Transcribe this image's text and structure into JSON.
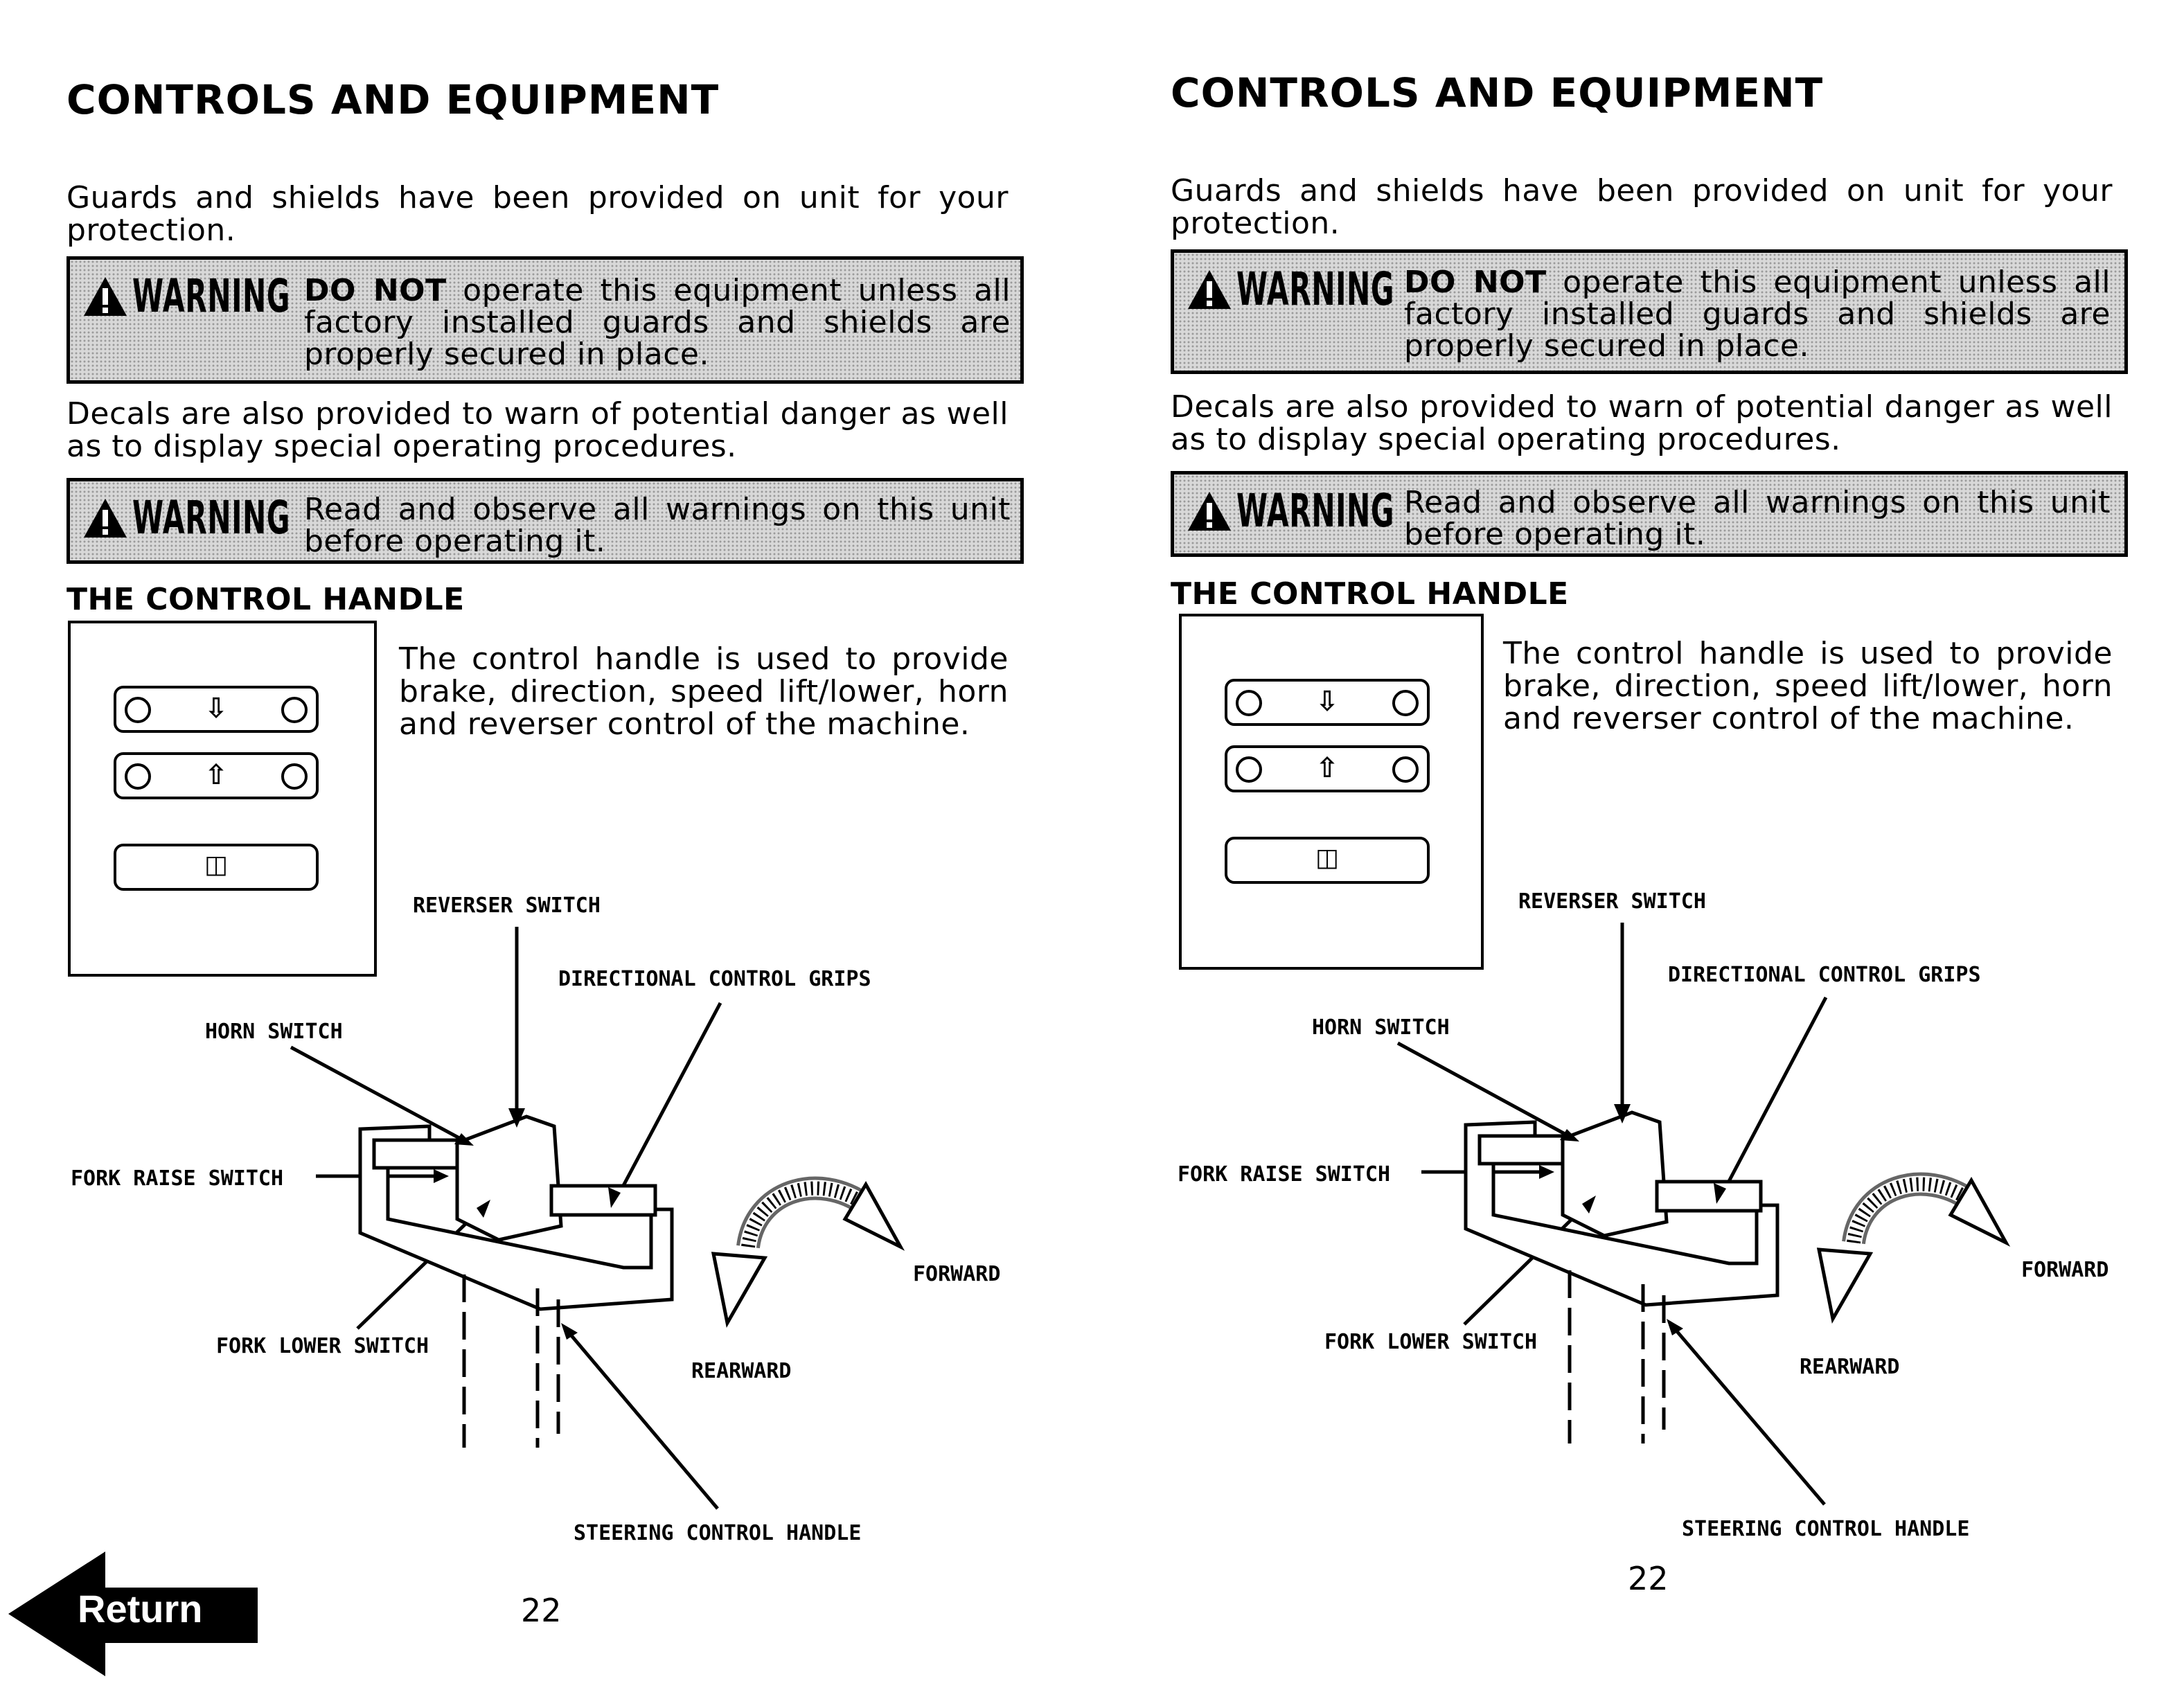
{
  "pages": [
    {
      "title": "CONTROLS AND EQUIPMENT",
      "intro": "Guards and shields have been provided on unit for your protection.",
      "warning1": {
        "label": "WARNING",
        "bold": "DO NOT",
        "text": " operate this equipment unless all factory installed guards and shields are properly secured in place."
      },
      "decals": "Decals are also provided to warn of potential danger as well as to display special operating procedures.",
      "warning2": {
        "label": "WARNING",
        "text": "Read and observe all warnings on this unit before operating it."
      },
      "section": "THE CONTROL HANDLE",
      "handle_text": "The control handle is used to provide brake, direction, speed lift/lower, horn and reverser control of the machine.",
      "labels": {
        "reverser": "REVERSER SWITCH",
        "directional": "DIRECTIONAL CONTROL GRIPS",
        "horn": "HORN SWITCH",
        "fork_raise": "FORK RAISE SWITCH",
        "forward": "FORWARD",
        "fork_lower": "FORK LOWER SWITCH",
        "rearward": "REARWARD",
        "steering": "STEERING CONTROL HANDLE"
      },
      "page_number": "22"
    },
    {
      "title": "CONTROLS AND EQUIPMENT",
      "intro": "Guards and shields have been provided on unit for your protection.",
      "warning1": {
        "label": "WARNING",
        "bold": "DO NOT",
        "text": " operate this equipment unless all factory installed guards and shields are properly secured in place."
      },
      "decals": "Decals are also provided to warn of potential danger as well as to display special operating procedures.",
      "warning2": {
        "label": "WARNING",
        "text": "Read and observe all warnings on this unit before operating it."
      },
      "section": "THE CONTROL HANDLE",
      "handle_text": "The control handle is used to provide brake, direction, speed lift/lower, horn and reverser control of the machine.",
      "labels": {
        "reverser": "REVERSER SWITCH",
        "directional": "DIRECTIONAL CONTROL GRIPS",
        "horn": "HORN SWITCH",
        "fork_raise": "FORK RAISE SWITCH",
        "forward": "FORWARD",
        "fork_lower": "FORK LOWER SWITCH",
        "rearward": "REARWARD",
        "steering": "STEERING CONTROL HANDLE"
      },
      "page_number": "22"
    }
  ],
  "return_button": {
    "label": "Return",
    "icon": "left-arrow-icon"
  }
}
